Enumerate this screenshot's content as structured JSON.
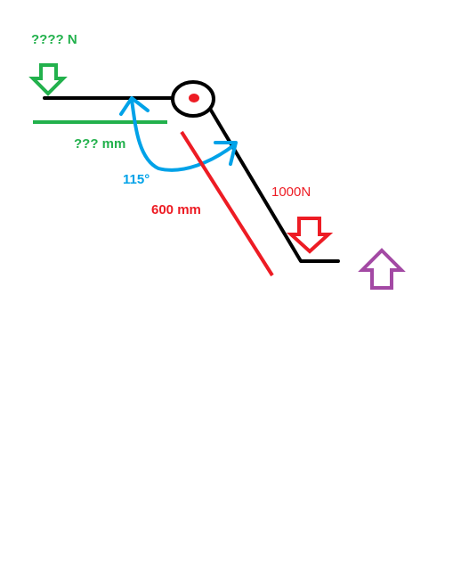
{
  "labels": {
    "input_force": "???? N",
    "input_arm_length": "??? mm",
    "angle": "115°",
    "output_arm_length": "600 mm",
    "output_force": "1000N"
  },
  "colors": {
    "lever": "#000000",
    "pivot_dot": "#ed1c24",
    "input_force": "#22b14c",
    "input_arm": "#22b14c",
    "angle": "#00a2e8",
    "output_arm": "#ed1c24",
    "output_force": "#ed1c24",
    "reaction": "#a349a4",
    "background": "#ffffff"
  }
}
